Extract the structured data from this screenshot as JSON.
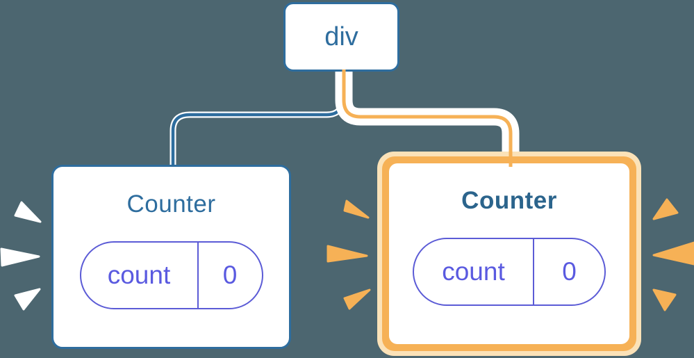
{
  "diagram_title": "react-component-tree-state-diagram",
  "colors": {
    "background": "#4C6670",
    "steel_blue": "#2E6D9E",
    "steel_blue_dark": "#2B648C",
    "purple": "#5B5BD6",
    "purple_text": "#5A5AE0",
    "orange": "#F6B156",
    "pale_orange": "#FBE2B8",
    "white": "#FFFFFF"
  },
  "tree": {
    "root": {
      "label": "div"
    },
    "children": [
      {
        "title": "Counter",
        "state_key": "count",
        "state_value": "0",
        "highlighted": false
      },
      {
        "title": "Counter",
        "state_key": "count",
        "state_value": "0",
        "highlighted": true
      }
    ]
  }
}
